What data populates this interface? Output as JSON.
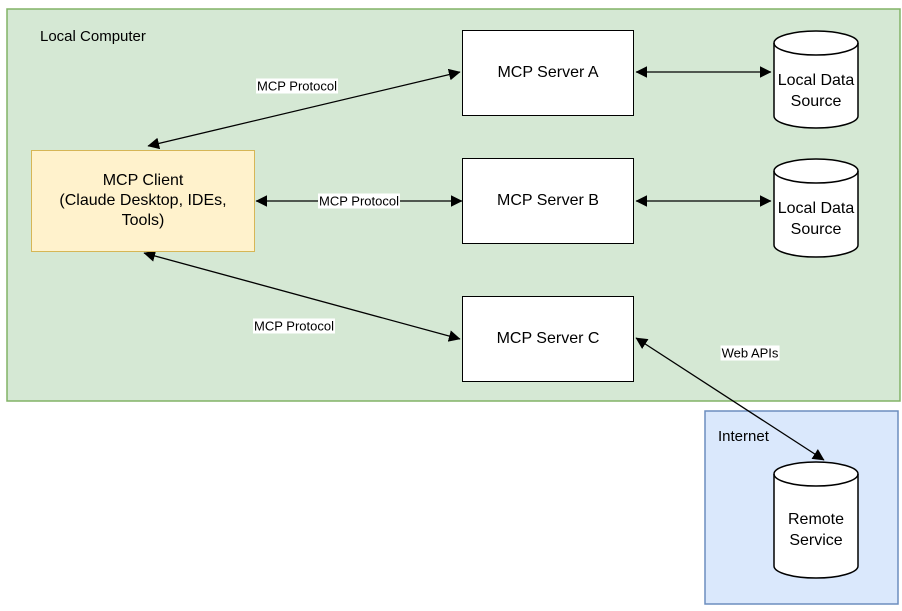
{
  "regions": {
    "local": {
      "label": "Local Computer",
      "fill": "#d5e8d4",
      "stroke": "#82b366"
    },
    "internet": {
      "label": "Internet",
      "fill": "#dae8fc",
      "stroke": "#6c8ebf"
    }
  },
  "nodes": {
    "client": {
      "label": "MCP Client\n(Claude Desktop, IDEs,\nTools)",
      "fill": "#fff2cc",
      "stroke": "#d6b656"
    },
    "server_a": {
      "label": "MCP Server A"
    },
    "server_b": {
      "label": "MCP Server B"
    },
    "server_c": {
      "label": "MCP Server C"
    },
    "datasource_a": {
      "label": "Local Data\nSource"
    },
    "datasource_b": {
      "label": "Local Data\nSource"
    },
    "remote": {
      "label": "Remote\nService"
    }
  },
  "edges": {
    "client_server_a": {
      "label": "MCP Protocol",
      "arrows": "both"
    },
    "client_server_b": {
      "label": "MCP Protocol",
      "arrows": "both"
    },
    "client_server_c": {
      "label": "MCP Protocol",
      "arrows": "both"
    },
    "server_a_datasource": {
      "label": "",
      "arrows": "both"
    },
    "server_b_datasource": {
      "label": "",
      "arrows": "both"
    },
    "server_c_remote": {
      "label": "Web APIs",
      "arrows": "both"
    }
  }
}
